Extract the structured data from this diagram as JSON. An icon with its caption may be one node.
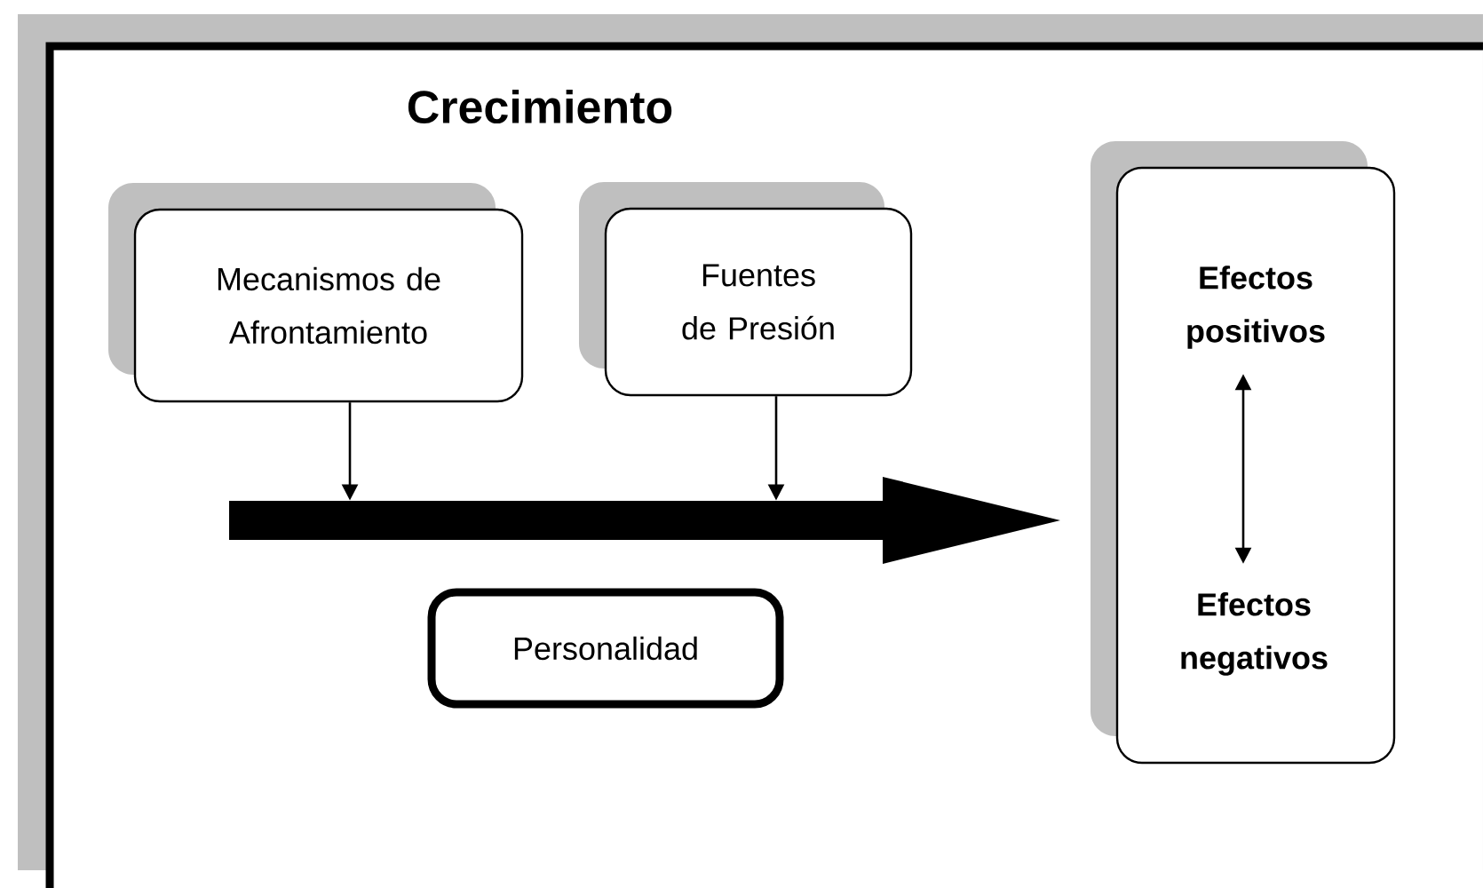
{
  "diagram": {
    "title": "Crecimiento",
    "nodes": [
      {
        "text": [
          "Mecanismos de Afrontamiento"
        ]
      },
      {
        "text": [
          "Fuentes de Presión"
        ]
      },
      {
        "text": [],
        "shape": "arrow"
      },
      {
        "text": [
          "Personalidad"
        ]
      },
      {
        "text": [],
        "shape": "box"
      },
      {
        "text": [
          "Efectos positivos"
        ],
        "in": 4
      },
      {
        "text": [
          "Efectos negativos"
        ],
        "in": 4
      }
    ],
    "edges": [
      {
        "from": 0,
        "to": 2,
        "arrow": "to"
      },
      {
        "from": 1,
        "to": 2,
        "arrow": "to"
      },
      {
        "from": 5,
        "to": 6,
        "arrow": "both"
      }
    ]
  }
}
